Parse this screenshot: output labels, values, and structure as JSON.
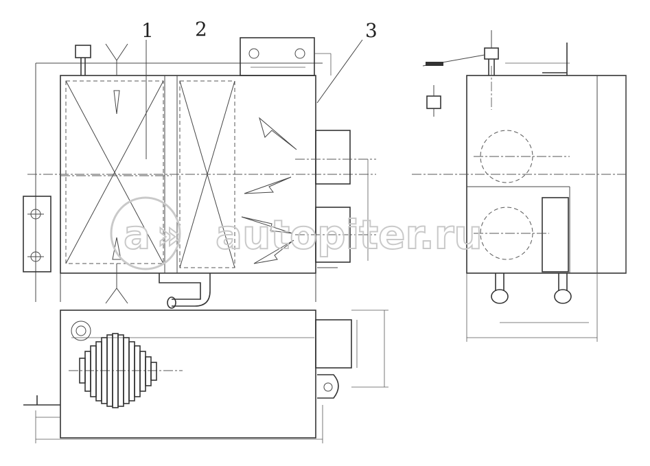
{
  "callouts": {
    "item1": "1",
    "item2": "2",
    "item3": "3"
  },
  "watermark": {
    "text": "autopiter.ru"
  }
}
